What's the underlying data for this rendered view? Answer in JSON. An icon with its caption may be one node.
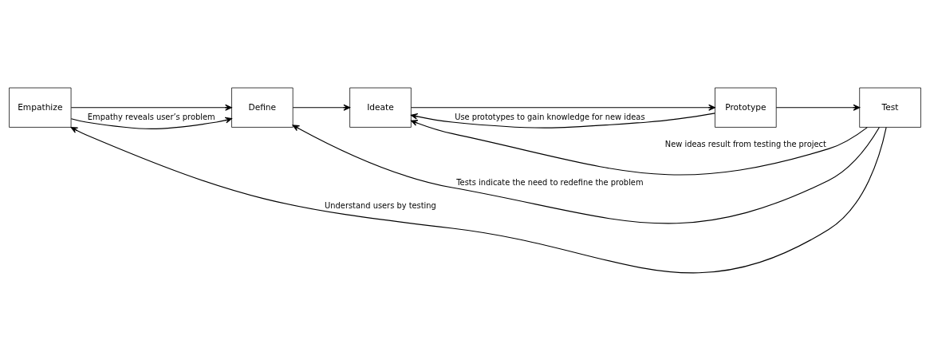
{
  "diagram": {
    "nodes": [
      {
        "text": [
          "Empathize"
        ]
      },
      {
        "text": [
          "Define"
        ]
      },
      {
        "text": [
          "Ideate"
        ]
      },
      {
        "text": [
          "Prototype"
        ]
      },
      {
        "text": [
          "Test"
        ]
      }
    ],
    "edges": [
      {
        "from": 0,
        "to": 1,
        "arrow": "to"
      },
      {
        "from": 1,
        "to": 2,
        "arrow": "to"
      },
      {
        "from": 2,
        "to": 3,
        "arrow": "to"
      },
      {
        "from": 3,
        "to": 4,
        "arrow": "to"
      },
      {
        "from": 4,
        "to": 0,
        "arrow": "to",
        "label": "Understand users by testing"
      },
      {
        "from": 0,
        "to": 1,
        "arrow": "to",
        "label": "Empathy reveals user’s problem"
      },
      {
        "from": 4,
        "to": 2,
        "arrow": "to",
        "label": "New ideas result from testing the project"
      },
      {
        "from": 3,
        "to": 2,
        "arrow": "to",
        "label": "Use prototypes to gain knowledge for new ideas"
      },
      {
        "from": 4,
        "to": 1,
        "arrow": "to",
        "label": "Tests indicate the need to redefine the problem"
      }
    ]
  }
}
